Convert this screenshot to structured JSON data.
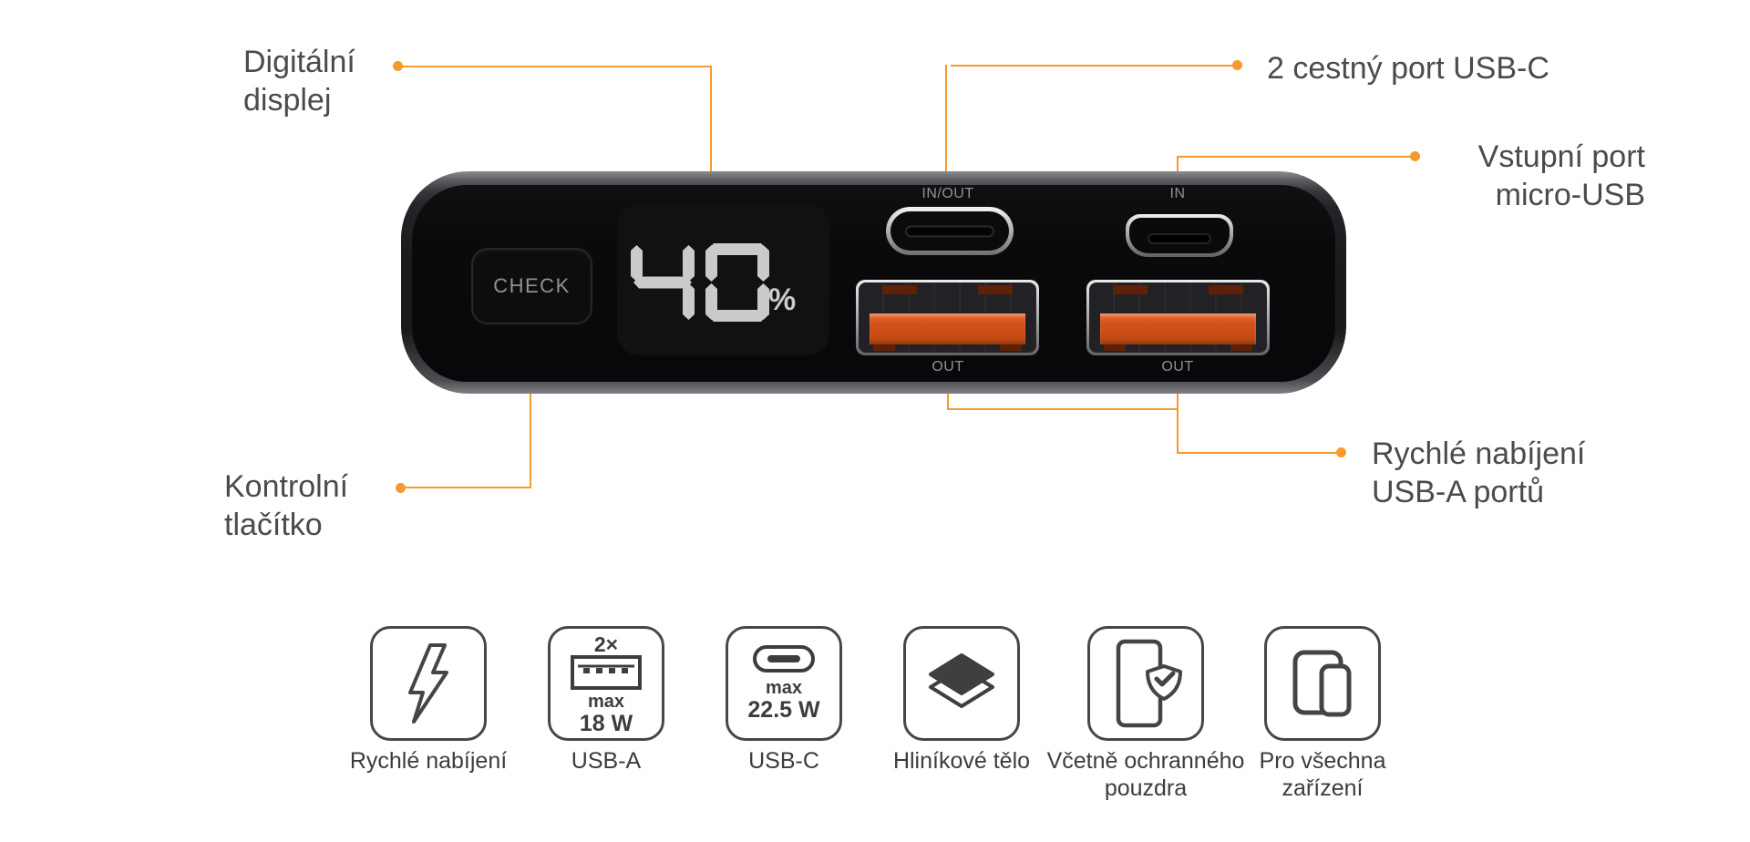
{
  "page": {
    "background": "#ffffff",
    "accent_orange": "#F79A2E",
    "label_text_color": "#4b4b4c",
    "device_body_color": "#0a0a0c",
    "usb_tongue_color": "#d4541b",
    "lcd_digit_color": "#c9cbcb"
  },
  "callouts": {
    "display": {
      "lines": [
        "Digitální",
        "displej"
      ]
    },
    "usb_c_2way": {
      "label": "2 cestný port USB-C"
    },
    "micro_usb": {
      "lines": [
        "Vstupní port",
        "micro-USB"
      ]
    },
    "check_button": {
      "lines": [
        "Kontrolní",
        "tlačítko"
      ]
    },
    "usb_a_fast": {
      "lines": [
        "Rychlé nabíjení",
        "USB-A portů"
      ]
    }
  },
  "device": {
    "check_button_label": "CHECK",
    "display": {
      "value": "40",
      "unit": "%"
    },
    "ports": {
      "usb_c_label": "IN/OUT",
      "micro_usb_label": "IN",
      "usb_a_1_label": "OUT",
      "usb_a_2_label": "OUT"
    }
  },
  "features": [
    {
      "icon": "lightning-icon",
      "caption_lines": [
        "Rychlé",
        "nabíjení"
      ]
    },
    {
      "icon": "usb-a-connector-icon",
      "count": "2×",
      "max_label": "max",
      "wattage": "18 W",
      "caption_lines": [
        "USB-A"
      ]
    },
    {
      "icon": "usb-c-connector-icon",
      "max_label": "max",
      "wattage": "22.5 W",
      "caption_lines": [
        "USB-C"
      ]
    },
    {
      "icon": "layers-icon",
      "caption_lines": [
        "Hliníkové",
        "tělo"
      ]
    },
    {
      "icon": "phone-shield-icon",
      "caption_lines": [
        "Včetně ochranného",
        "pouzdra"
      ]
    },
    {
      "icon": "devices-icon",
      "caption_lines": [
        "Pro všechna",
        "zařízení"
      ]
    }
  ]
}
